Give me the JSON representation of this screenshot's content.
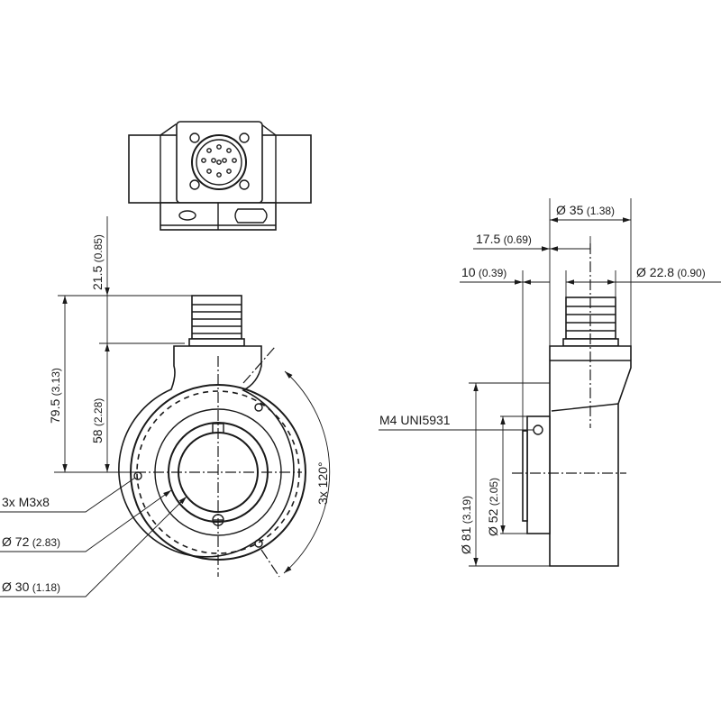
{
  "dimensions": {
    "d35": {
      "main": "Ø 35",
      "sub": " (1.38)"
    },
    "d17_5": {
      "main": "17.5",
      "sub": " (0.69)"
    },
    "d10": {
      "main": "10",
      "sub": " (0.39)"
    },
    "d22_8": {
      "main": "Ø 22.8",
      "sub": " (0.90)"
    },
    "thread": {
      "main": "M4 UNI5931"
    },
    "d81": {
      "main": "Ø 81",
      "sub": " (3.19)"
    },
    "d52": {
      "main": "Ø 52",
      "sub": " (2.05)"
    },
    "h21_5": {
      "main": "21.5",
      "sub": " (0.85)"
    },
    "h79_5": {
      "main": "79.5",
      "sub": " (3.13)"
    },
    "h58": {
      "main": "58",
      "sub": " (2.28)"
    },
    "screws": {
      "main": "3x M3x8"
    },
    "d72": {
      "main": "Ø 72",
      "sub": " (2.83)"
    },
    "d30": {
      "main": "Ø 30",
      "sub": " (1.18)"
    },
    "angle": {
      "main": "3x 120°"
    }
  }
}
